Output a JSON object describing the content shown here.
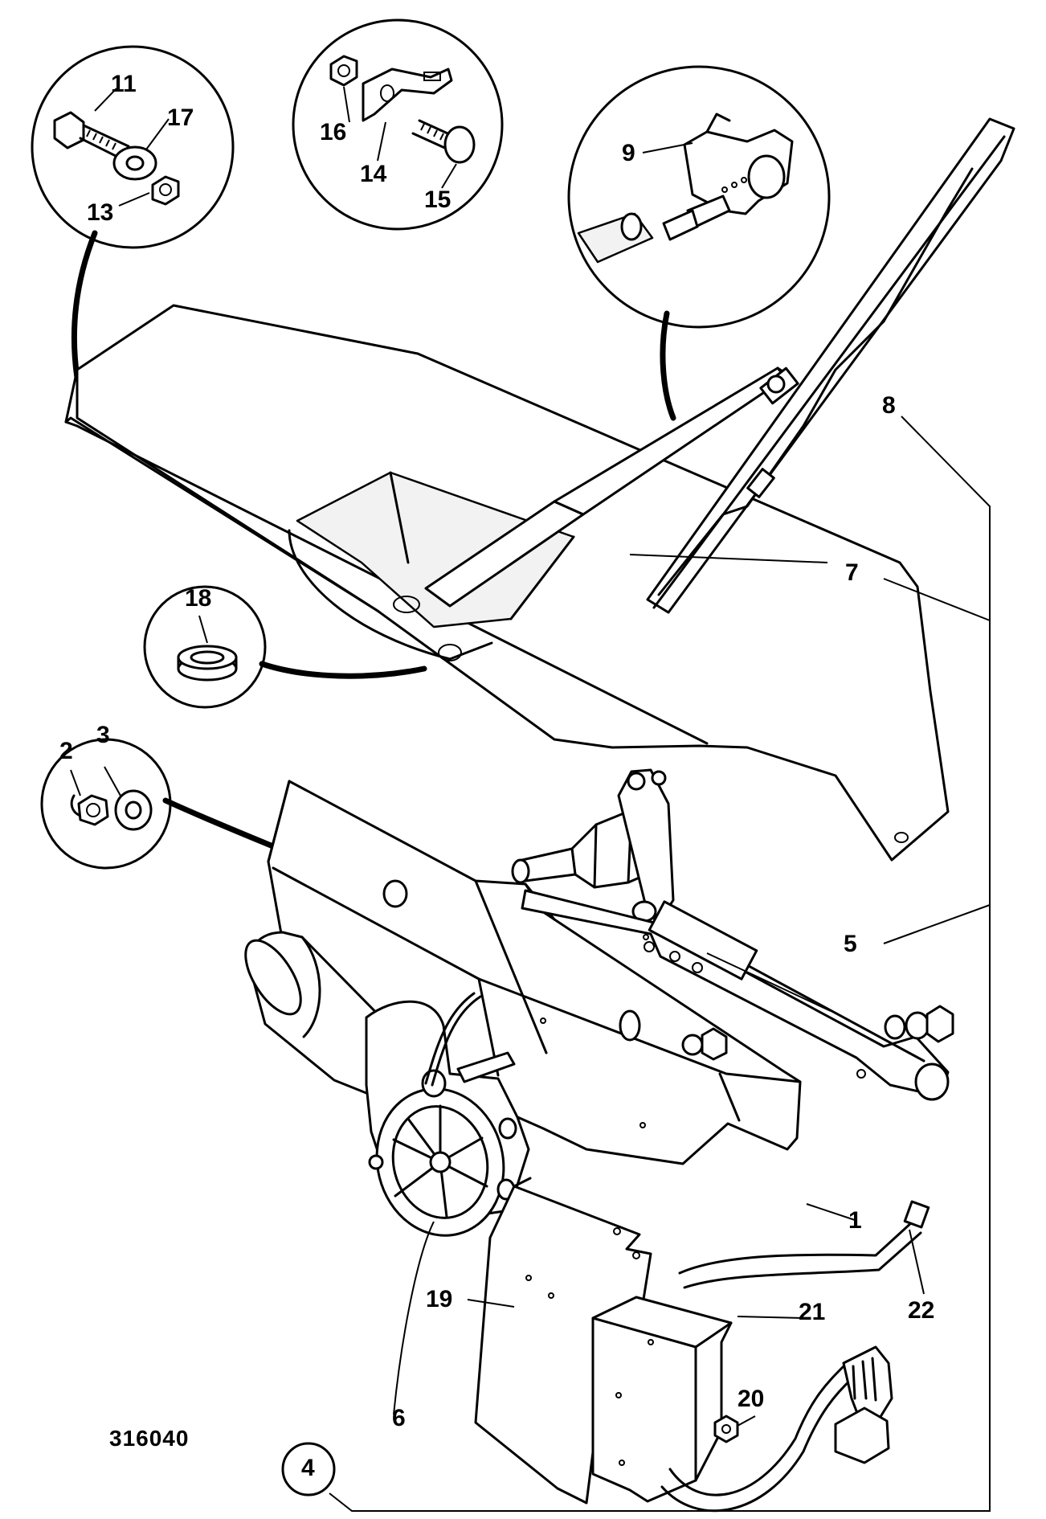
{
  "figure_ref": "316040",
  "callouts": {
    "c1": "1",
    "c2": "2",
    "c3": "3",
    "c4": "4",
    "c5": "5",
    "c6": "6",
    "c7": "7",
    "c8": "8",
    "c9": "9",
    "c11": "11",
    "c13": "13",
    "c14": "14",
    "c15": "15",
    "c16": "16",
    "c17": "17",
    "c18": "18",
    "c19": "19",
    "c20": "20",
    "c21": "21",
    "c22": "22"
  },
  "colors": {
    "line": "#000000",
    "background": "#ffffff"
  }
}
